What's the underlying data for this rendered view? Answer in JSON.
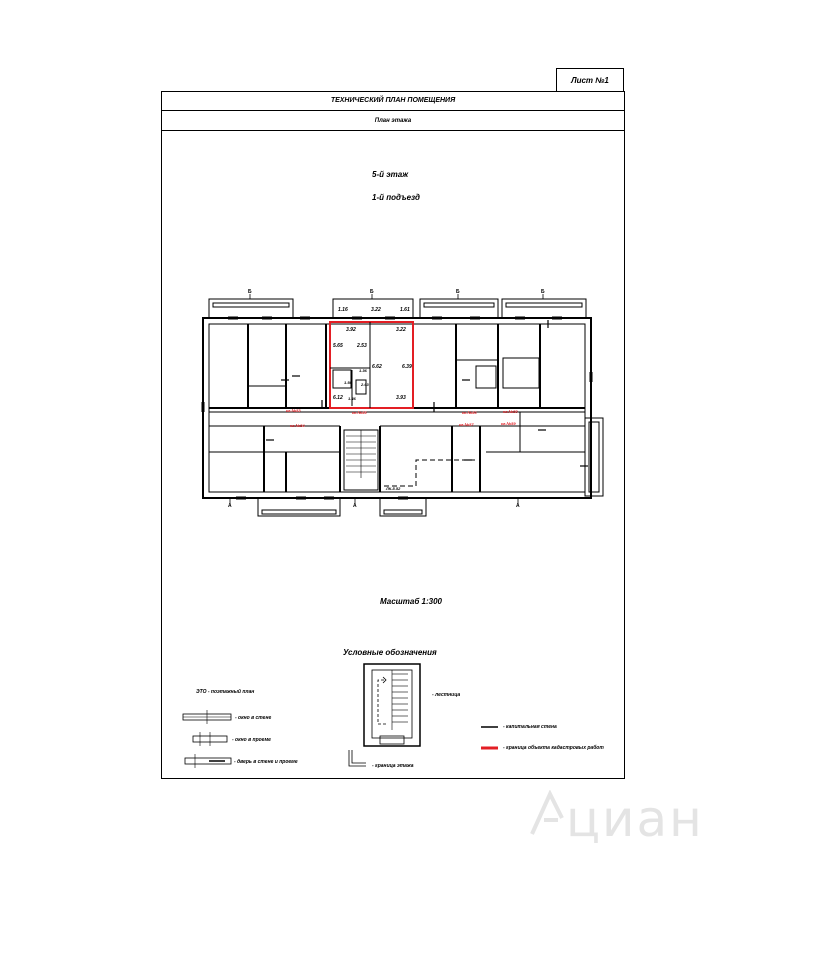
{
  "sheet": {
    "label": "Лист №1"
  },
  "header": {
    "title": "ТЕХНИЧЕСКИЙ ПЛАН ПОМЕЩЕНИЯ",
    "subtitle": "План этажа"
  },
  "plan": {
    "floor_label": "5-й этаж",
    "section_label": "1-й подъезд",
    "scale_label": "Масштаб 1:300",
    "room_dimensions": [
      "1.16",
      "3.22",
      "1.61",
      "3.92",
      "5.65",
      "2.53",
      "6.62",
      "6.39",
      "1.36",
      "6.12",
      "3.22",
      "1.50",
      "3.93",
      "1.46",
      "2.03"
    ],
    "red_marks": [
      "кв.№53",
      "кв.№54",
      "кв.№55",
      "кв.№56",
      "кв.№57",
      "кв.№58",
      "кв.№59"
    ],
    "black_mark": "ЛК-5.52",
    "axis_letters": [
      "Б",
      "Б",
      "Б",
      "Б",
      "А",
      "А",
      "А"
    ]
  },
  "legend": {
    "title": "Условные обозначения",
    "staircase_label": "- лестница",
    "left_title": "ЭТО - поэтажный план",
    "items": [
      "- окно в стене",
      "- окно в проеме",
      "- дверь в стене и проеме",
      "- граница этажа",
      "- капитальная стена",
      "- граница объекта кадастровых работ"
    ]
  },
  "watermark": {
    "text": "циан"
  },
  "colors": {
    "line": "#000000",
    "highlight": "#e31e24",
    "watermark": "#e4e4e4"
  }
}
